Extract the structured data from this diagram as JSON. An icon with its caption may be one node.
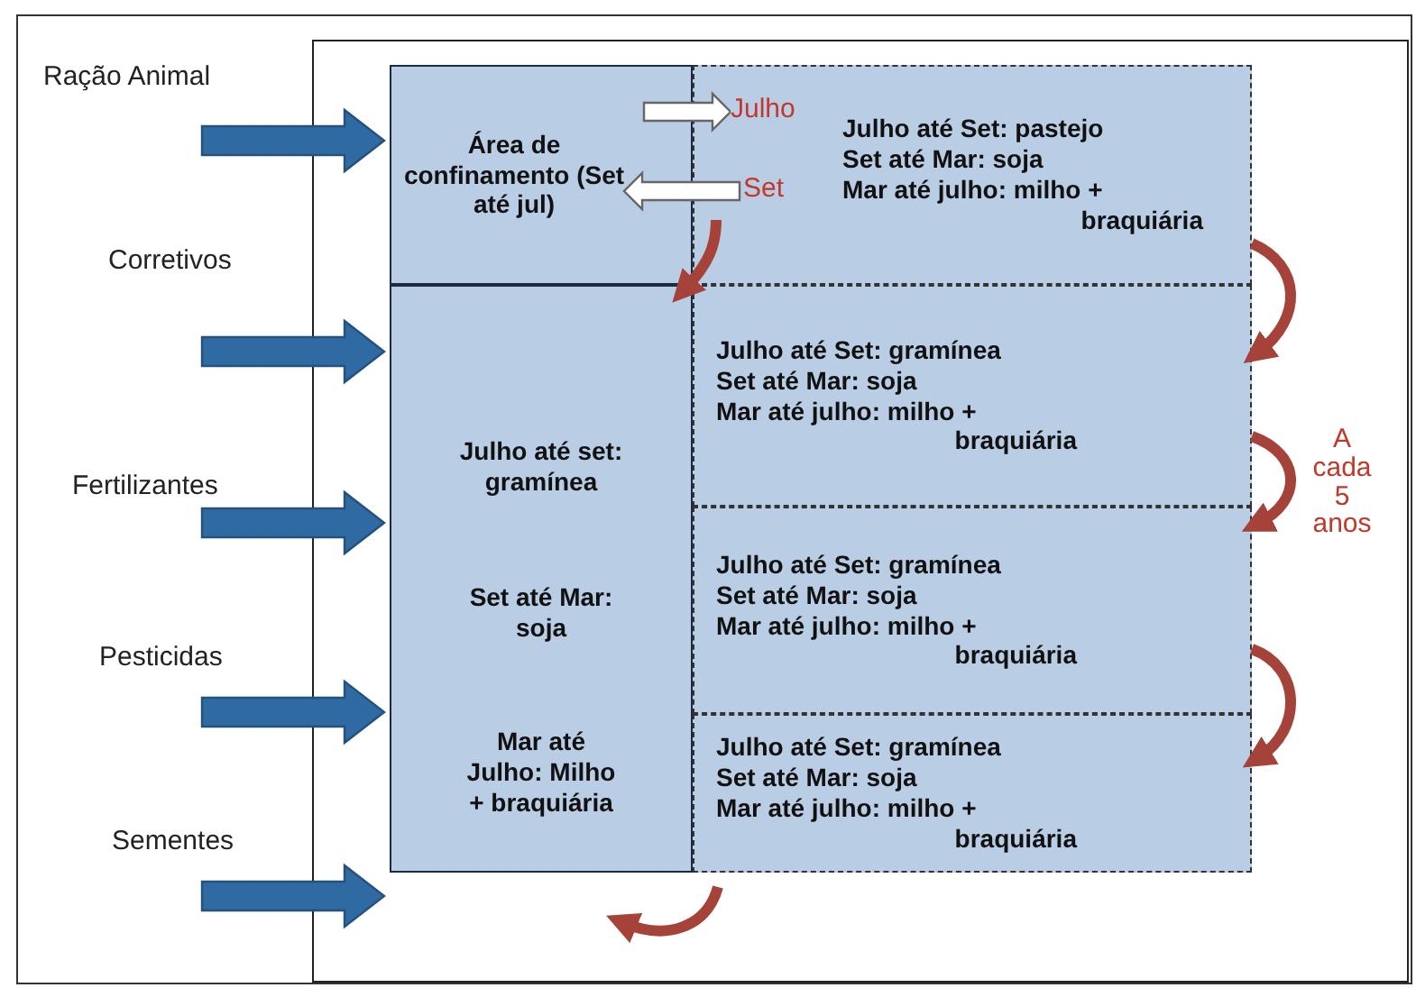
{
  "diagram": {
    "nodes": [
      {
        "text": [],
        "shape": "box"
      },
      {
        "text": [
          "Área de confinamento (Set até jul)"
        ],
        "in": 0
      },
      {
        "text": [
          "Julho até Set: pastejo",
          "Set até Mar: soja",
          "Mar até julho: milho + braquiária"
        ],
        "in": 0
      },
      {
        "text": [
          "Julho até set: gramínea",
          "Set até Mar: soja",
          "Mar até Julho: Milho + braquiária"
        ],
        "in": 0
      },
      {
        "text": [
          "Julho até Set: gramínea",
          "Set até Mar: soja",
          "Mar até julho: milho + braquiária"
        ],
        "in": 0
      },
      {
        "text": [
          "Julho até Set: gramínea",
          "Set até Mar: soja",
          "Mar até julho: milho + braquiária"
        ],
        "in": 0
      },
      {
        "text": [
          "Julho até Set: gramínea",
          "Set até Mar: soja",
          "Mar até julho: milho + braquiária"
        ],
        "in": 0
      },
      {
        "text": [
          "Ração Animal"
        ]
      },
      {
        "text": [
          "Corretivos"
        ]
      },
      {
        "text": [
          "Fertilizantes"
        ]
      },
      {
        "text": [
          "Pesticidas"
        ]
      },
      {
        "text": [
          "Sementes"
        ]
      }
    ],
    "edges": [
      {
        "from": 7,
        "to": 1,
        "arrow": "to",
        "style": "thick"
      },
      {
        "from": 8,
        "to": 3,
        "arrow": "to",
        "style": "thick"
      },
      {
        "from": 9,
        "to": 3,
        "arrow": "to",
        "style": "thick"
      },
      {
        "from": 10,
        "to": 3,
        "arrow": "to",
        "style": "thick"
      },
      {
        "from": 11,
        "to": 3,
        "arrow": "to",
        "style": "thick"
      },
      {
        "from": 1,
        "to": 2,
        "arrow": "to",
        "label": "Julho",
        "style": "thick",
        "color": "#ffffff"
      },
      {
        "from": 2,
        "to": 1,
        "arrow": "to",
        "label": "Set",
        "style": "thick",
        "color": "#ffffff"
      },
      {
        "from": 2,
        "to": 3,
        "arrow": "to",
        "color": "#a5433a"
      },
      {
        "from": 2,
        "to": 4,
        "arrow": "to",
        "color": "#a5433a"
      },
      {
        "from": 4,
        "to": 5,
        "arrow": "to",
        "label": "A cada 5 anos",
        "color": "#a5433a"
      },
      {
        "from": 5,
        "to": 6,
        "arrow": "to",
        "color": "#a5433a"
      },
      {
        "from": 6,
        "to": 3,
        "arrow": "to",
        "color": "#a5433a"
      }
    ]
  }
}
